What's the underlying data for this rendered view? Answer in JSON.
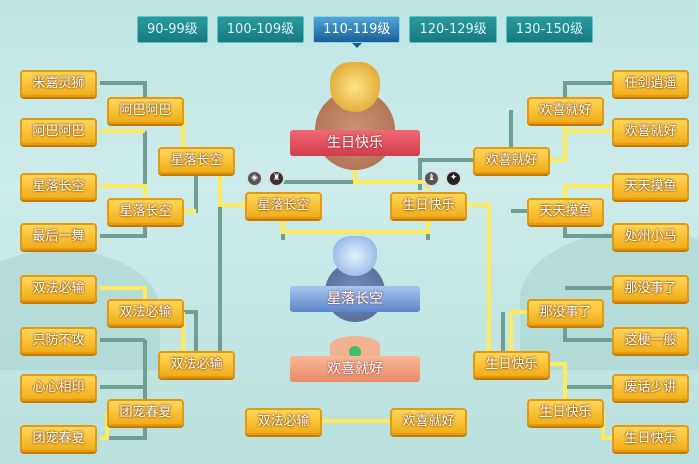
{
  "tabs": [
    "90-99级",
    "100-109级",
    "110-119级",
    "120-129级",
    "130-150级"
  ],
  "active_tab": "110-119级",
  "champion": "生日快乐",
  "runner_up": "星落长空",
  "third": "欢喜就好",
  "left": {
    "round1": [
      "米嘉灵狮",
      "阿巴阿巴",
      "星落长空",
      "最后一舞",
      "双法必输",
      "只防不攻",
      "心心相印",
      "团宠春夏"
    ],
    "round2": [
      "阿巴阿巴",
      "星落长空",
      "双法必输",
      "团宠春夏"
    ],
    "round3": [
      "星落长空",
      "双法必输"
    ],
    "semi": "星落长空"
  },
  "right": {
    "round1": [
      "任剑逍遥",
      "欢喜就好",
      "天天摸鱼",
      "处州小马",
      "那没事了",
      "这梗一般",
      "废话少讲",
      "生日快乐"
    ],
    "round2": [
      "欢喜就好",
      "天天摸鱼",
      "那没事了",
      "生日快乐"
    ],
    "round3": [
      "欢喜就好",
      "生日快乐"
    ],
    "semi": "生日快乐"
  },
  "third_place_match": [
    "双法必输",
    "欢喜就好"
  ],
  "colors": {
    "win_line": "#ffe95c",
    "lose_line": "#6f9e93",
    "box": "#f5b625"
  }
}
